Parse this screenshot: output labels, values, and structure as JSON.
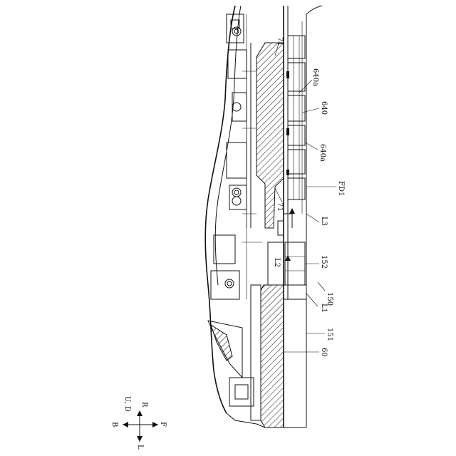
{
  "labels": {
    "l71_top": "71",
    "l640a_top": "640a",
    "l640": "640",
    "l640a_mid": "640a",
    "lFD1": "FD1",
    "l71_mid": "71",
    "lL3": "L3",
    "lL2": "L2",
    "l152": "152",
    "l150": "150",
    "lL1": "L1",
    "l151": "151",
    "l60": "60"
  },
  "compass": {
    "top": "U, D",
    "right_top": "R",
    "left": "B",
    "right": "F",
    "bottom": "L"
  }
}
